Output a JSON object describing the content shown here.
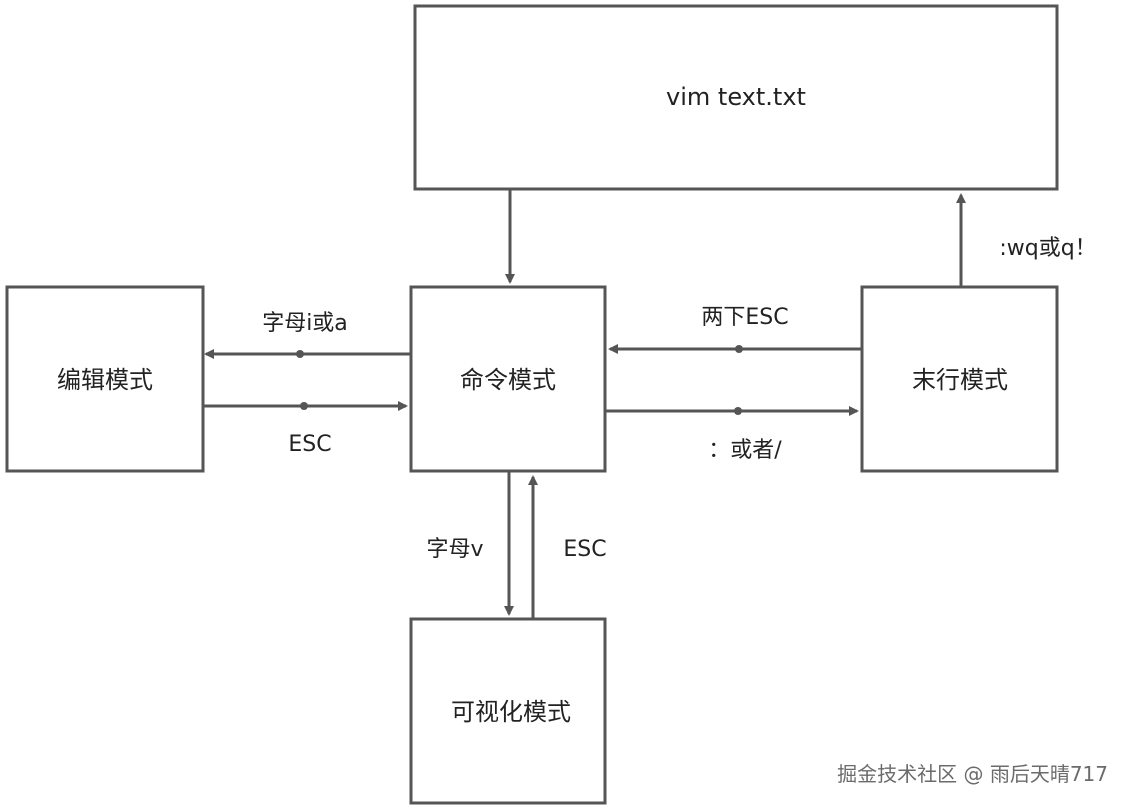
{
  "nodes": {
    "vim": {
      "label": "vim text.txt"
    },
    "command": {
      "label": "命令模式"
    },
    "edit": {
      "label": "编辑模式"
    },
    "lastline": {
      "label": "末行模式"
    },
    "visual": {
      "label": "可视化模式"
    }
  },
  "edges": {
    "command_to_edit": {
      "label": "字母i或a"
    },
    "edit_to_command": {
      "label": "ESC"
    },
    "lastline_to_command": {
      "label": "两下ESC"
    },
    "command_to_lastline": {
      "label": "：或者/"
    },
    "command_to_visual": {
      "label": "字母v"
    },
    "visual_to_command": {
      "label": "ESC"
    },
    "lastline_to_vim": {
      "label": ":wq或q！"
    },
    "vim_to_command": {
      "label": ""
    }
  },
  "watermark": {
    "text": "掘金技术社区 @ 雨后天晴717"
  },
  "colors": {
    "stroke": "#555555",
    "text": "#222222",
    "watermark": "#6b6b6b"
  }
}
